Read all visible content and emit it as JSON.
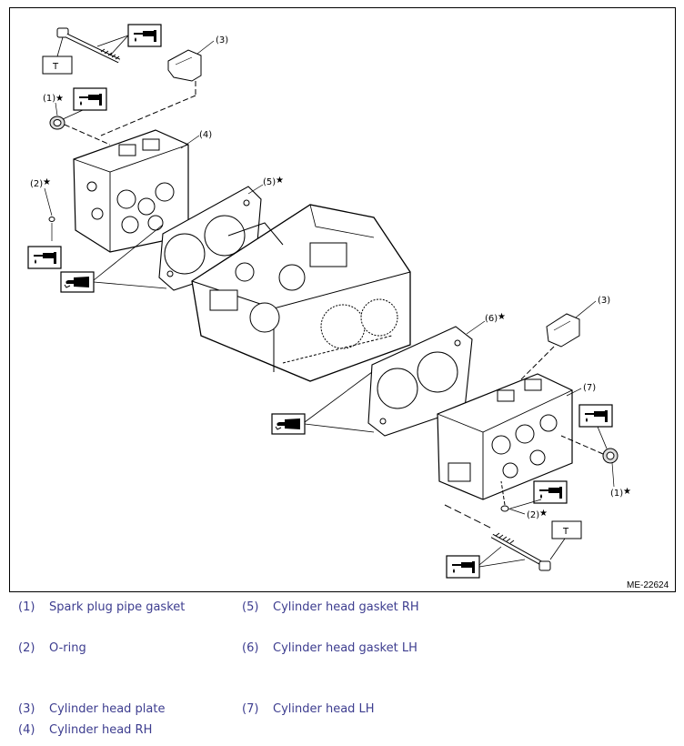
{
  "figure": {
    "id_label": "ME-22624",
    "callouts": {
      "c1_upper": "(1)",
      "c1_lower": "(1)",
      "c2_upper": "(2)",
      "c2_lower": "(2)",
      "c3_upper": "(3)",
      "c3_lower": "(3)",
      "c4": "(4)",
      "c5": "(5)",
      "c6": "(6)",
      "c7": "(7)"
    },
    "star": "★",
    "torque_tag": "T",
    "icons": [
      "oil-can-icon",
      "oil-can-icon",
      "oil-can-icon",
      "oil-can-icon",
      "oil-can-icon",
      "sealant-tube-icon",
      "sealant-tube-icon"
    ]
  },
  "legend": [
    {
      "num": "(1)",
      "name": "Spark plug pipe gasket"
    },
    {
      "num": "(2)",
      "name": "O-ring"
    },
    {
      "num": "(3)",
      "name": "Cylinder head plate"
    },
    {
      "num": "(4)",
      "name": "Cylinder head RH"
    },
    {
      "num": "(5)",
      "name": "Cylinder head gasket RH"
    },
    {
      "num": "(6)",
      "name": "Cylinder head gasket LH"
    },
    {
      "num": "(7)",
      "name": "Cylinder head LH"
    }
  ],
  "colors": {
    "legend_text": "#3d3d8f",
    "line": "#000000"
  }
}
